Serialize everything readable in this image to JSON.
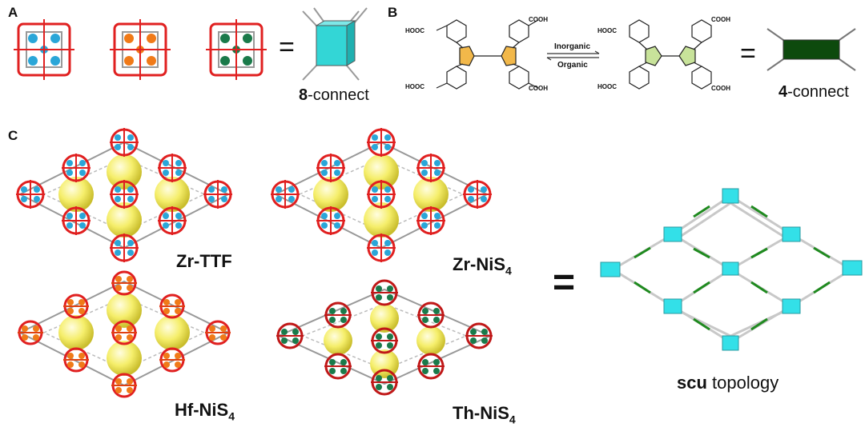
{
  "panels": {
    "a": "A",
    "b": "B",
    "c": "C"
  },
  "panel_a": {
    "equals": "=",
    "connect_num": "8",
    "connect_word": "-connect"
  },
  "panel_b": {
    "cooh": "COOH",
    "hooc": "HOOC",
    "arrow_top": "Inorganic",
    "arrow_bottom": "Organic",
    "equals": "=",
    "connect_num": "4",
    "connect_word": "-connect"
  },
  "panel_c": {
    "frameworks": [
      {
        "name": "Zr-TTF",
        "base": "Zr-TTF",
        "sub": ""
      },
      {
        "name": "Zr-NiS4",
        "base": "Zr-NiS",
        "sub": "4"
      },
      {
        "name": "Hf-NiS4",
        "base": "Hf-NiS",
        "sub": "4"
      },
      {
        "name": "Th-NiS4",
        "base": "Th-NiS",
        "sub": "4"
      }
    ],
    "equals": "=",
    "topology_bold": "scu",
    "topology_word": " topology"
  },
  "colors": {
    "zr_node": "#2aa6d8",
    "hf_node": "#f07a18",
    "th_node": "#1a7a4a",
    "oxygen": "#e02020",
    "cube": "#33d6d6",
    "linker_green": "#0d4a0d",
    "sphere": "#f5ee6a"
  }
}
